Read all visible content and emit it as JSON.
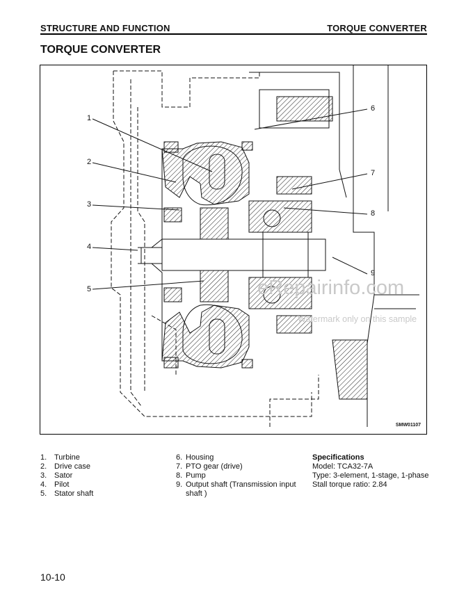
{
  "header": {
    "left": "STRUCTURE AND FUNCTION",
    "right": "TORQUE CONVERTER"
  },
  "title": "TORQUE CONVERTER",
  "figure": {
    "code": "SMW01107",
    "callouts": [
      "1",
      "2",
      "3",
      "4",
      "5",
      "6",
      "7",
      "8",
      "9"
    ]
  },
  "watermark": {
    "brand": "eRepairinfo.com",
    "note": "Watermark only on this sample"
  },
  "legend": {
    "col1": [
      {
        "num": "1.",
        "label": "Turbine"
      },
      {
        "num": "2.",
        "label": "Drive case"
      },
      {
        "num": "3.",
        "label": "Sator"
      },
      {
        "num": "4.",
        "label": "Pilot"
      },
      {
        "num": "5.",
        "label": "Stator shaft"
      }
    ],
    "col2": [
      {
        "num": "6.",
        "label": "Housing"
      },
      {
        "num": "7.",
        "label": "PTO gear (drive)"
      },
      {
        "num": "8.",
        "label": "Pump"
      },
      {
        "num": "9.",
        "label": "Output shaft (Transmission input"
      },
      {
        "num": "",
        "label": "shaft )"
      }
    ]
  },
  "specs": {
    "title": "Specifications",
    "model": "Model: TCA32-7A",
    "type": "Type: 3-element, 1-stage, 1-phase",
    "stall": "Stall torque ratio: 2.84"
  },
  "page_number": "10-10"
}
